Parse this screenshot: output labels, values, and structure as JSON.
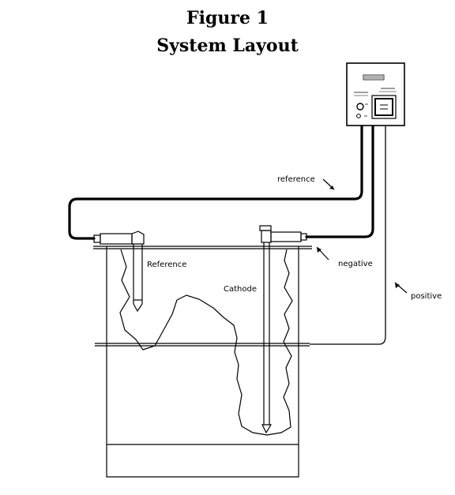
{
  "figure": {
    "title_line1": "Figure 1",
    "title_line2": "System Layout"
  },
  "labels": {
    "reference_wire": "reference",
    "negative_wire": "negative",
    "positive_wire": "positive",
    "reference_electrode": "Reference",
    "cathode": "Cathode"
  }
}
